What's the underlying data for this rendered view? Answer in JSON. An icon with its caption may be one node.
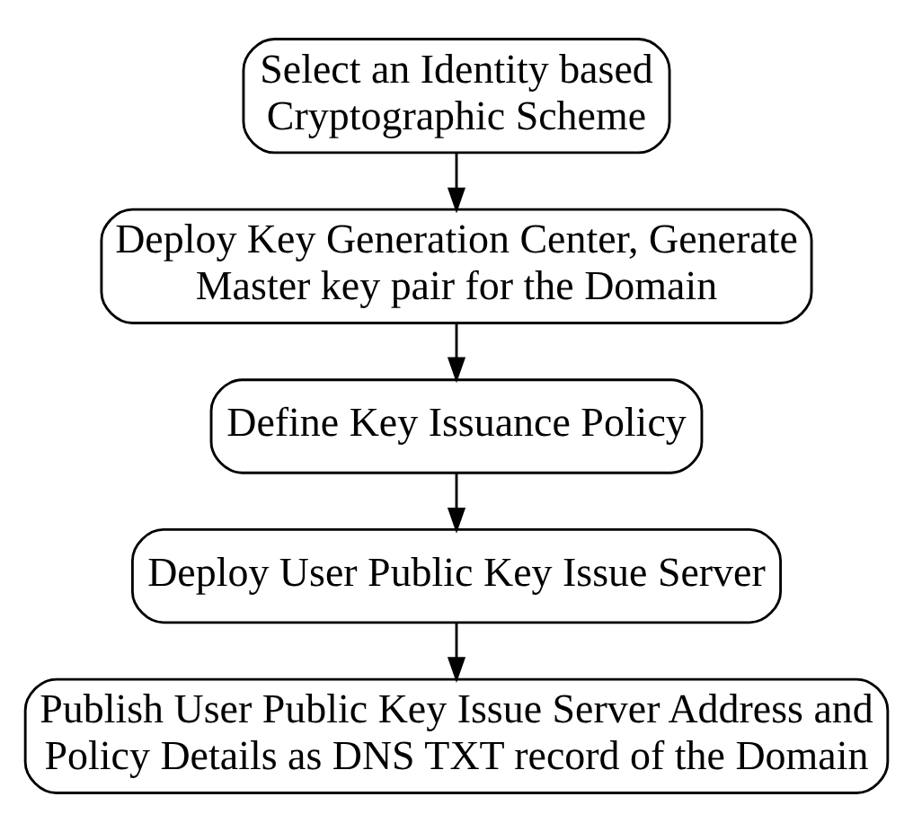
{
  "diagram": {
    "nodes": [
      {
        "text": [
          "Select an Identity based Cryptographic Scheme"
        ]
      },
      {
        "text": [
          "Deploy Key Generation Center, Generate Master key pair for the Domain"
        ]
      },
      {
        "text": [
          "Define Key Issuance Policy"
        ]
      },
      {
        "text": [
          "Deploy User Public Key Issue Server"
        ]
      },
      {
        "text": [
          "Publish User Public Key Issue Server Address and Policy Details as DNS TXT record of the Domain"
        ]
      }
    ],
    "edges": [
      {
        "from": 0,
        "to": 1,
        "arrow": "to"
      },
      {
        "from": 1,
        "to": 2,
        "arrow": "to"
      },
      {
        "from": 2,
        "to": 3,
        "arrow": "to"
      },
      {
        "from": 3,
        "to": 4,
        "arrow": "to"
      }
    ]
  }
}
